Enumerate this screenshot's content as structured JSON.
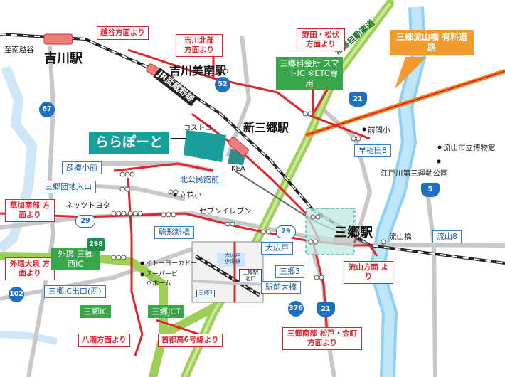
{
  "stations": {
    "yoshikawa": "吉川駅",
    "yoshikawa_minami": "吉川美南駅",
    "shin_misato": "新三郷駅",
    "misato": "三郷駅"
  },
  "lines": {
    "musashino": "JR武蔵野線",
    "joban": "常磐自動車道"
  },
  "facilities": {
    "lalaport": "ららぽーと",
    "costco": "コストコ",
    "ikea": "IKEA"
  },
  "toll": {
    "nagareyama_bridge": "三郷流山橋 有料道路"
  },
  "directions": {
    "koshigaya": "越谷方面より",
    "yoshikawa_north": "吉川北部 方面より",
    "noda": "野田・松伏 方面より",
    "soka_south": "草加南部 方面より",
    "gaikan_oizumi": "外環大泉 方面より",
    "yashio": "八潮方面より",
    "shuto6": "首都高6号線より",
    "misato_south": "三郷南部 松戸・金町方面より",
    "nagareyama": "流山方面 より",
    "to_minami_koshigaya": "至南越谷"
  },
  "interchanges": {
    "smart_ic": "三郷料金所 スマートIC ※ETC専用",
    "gaikan_misato_west": "外環 三郷西IC",
    "misato_ic": "三郷IC",
    "misato_jct": "三郷JCT"
  },
  "intersections": {
    "hikogo_shomae": "彦郷小前",
    "misato_danchi": "三郷団地入口",
    "kita_kominkan": "北公民館前",
    "komagata_shinbashi": "駒形新橋",
    "oohirado": "大広戸",
    "misato3": "三郷3",
    "ekimae_ohashi": "駅前大橋",
    "misato_ic_exit": "三郷IC出口(西)",
    "sowa8": "早稲田8",
    "nagareyama8": "流山8"
  },
  "poi": {
    "maema_sho": "前間小",
    "nagareyama_museum": "流山市立博物館",
    "edogawa_park": "江戸川第三運動公園",
    "tachibana_sho": "立花小",
    "seven_eleven": "セブンイレブン",
    "nettsutoyota": "ネッツトヨタ",
    "itoyokado": "イトーヨーカドー",
    "super_viva": "スーパービバホーム",
    "nagareyama_bridge_name": "流山橋"
  },
  "inset": {
    "oohirado_crossing": "大広戸 歩道橋",
    "misato_north_exit": "三郷駅 北口",
    "misato3": "三郷3"
  },
  "routes": {
    "r52": "52",
    "r67": "67",
    "r21_north": "21",
    "r21_south": "21",
    "r5": "5",
    "r29_west": "29",
    "r29_east": "29",
    "r298": "298",
    "r102": "102",
    "r376": "376"
  }
}
